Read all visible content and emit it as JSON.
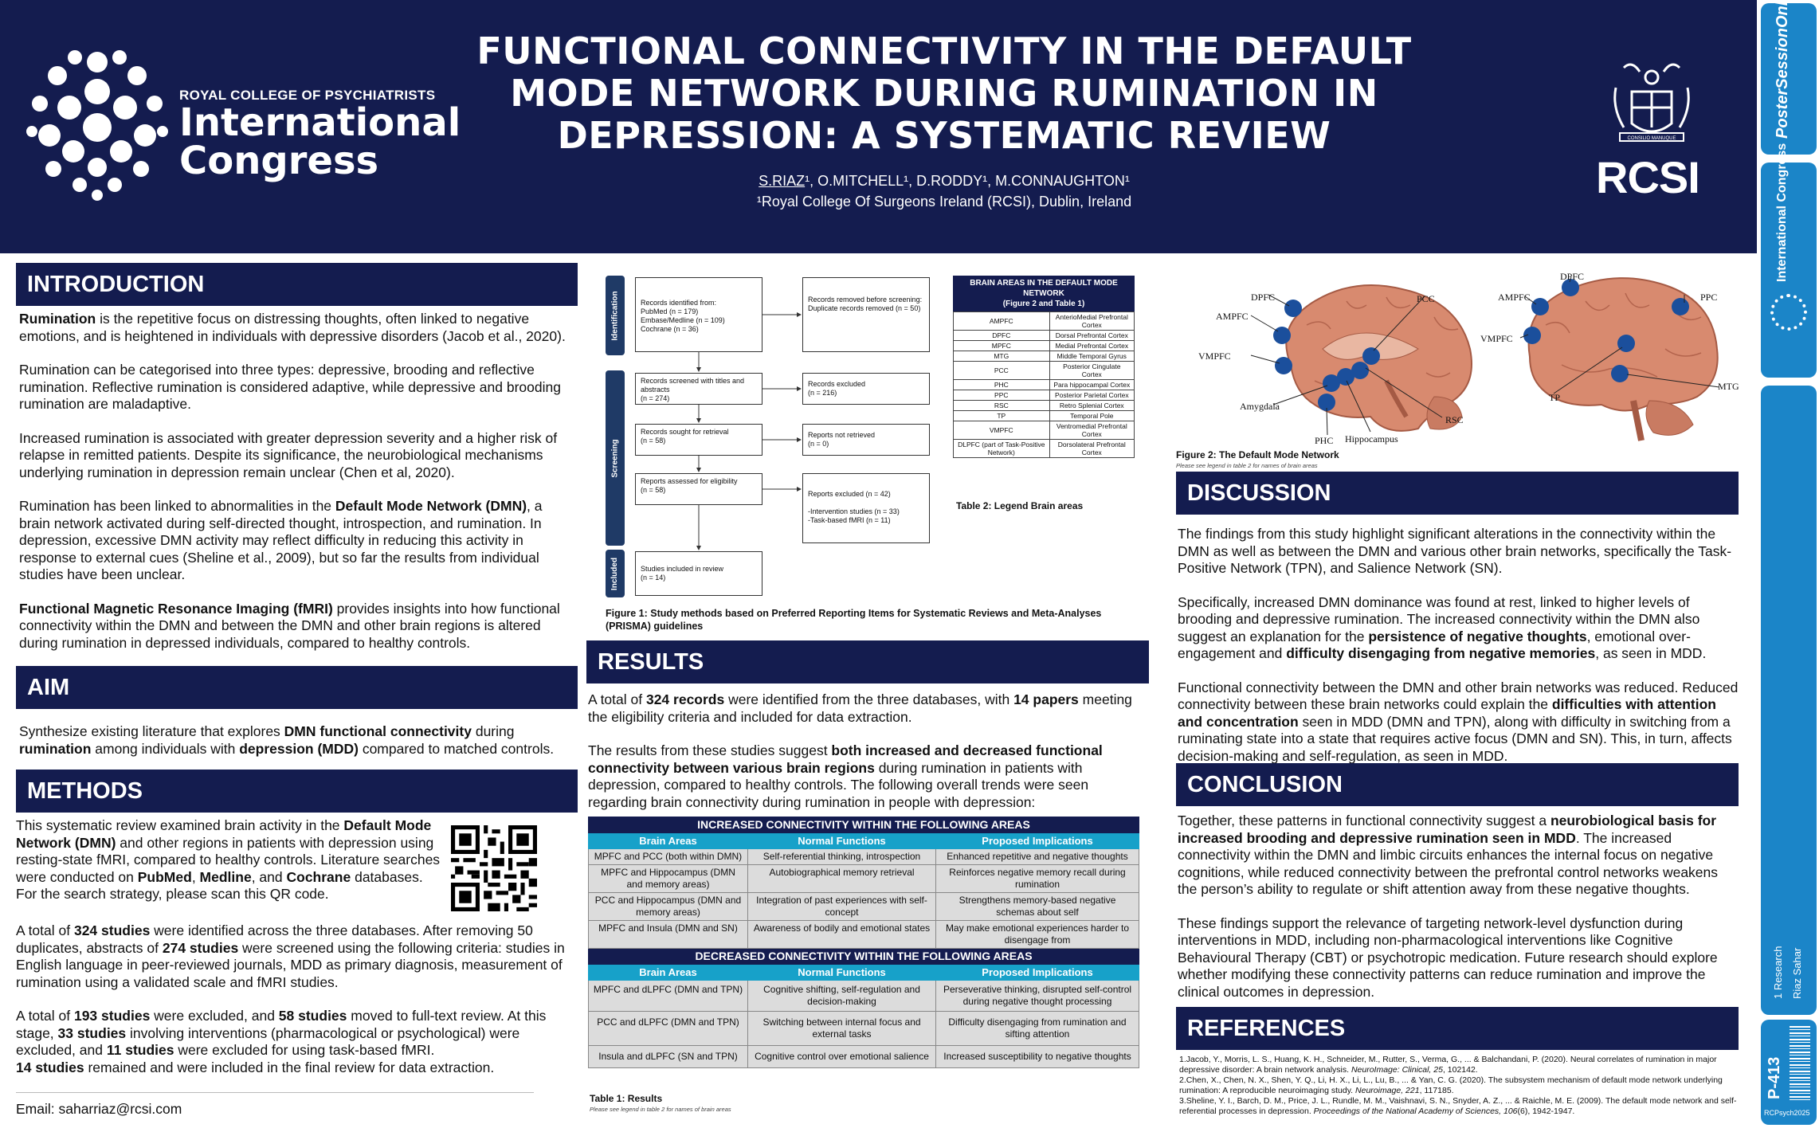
{
  "header": {
    "title_line1": "FUNCTIONAL CONNECTIVITY IN THE DEFAULT",
    "title_line2": "MODE NETWORK DURING RUMINATION IN",
    "title_line3": "DEPRESSION: A SYSTEMATIC REVIEW",
    "authors_lead": "S.RIAZ",
    "authors_rest": "¹, O.MITCHELL¹, D.RODDY¹, M.CONNAUGHTON¹",
    "affiliation": "¹Royal College Of Surgeons Ireland (RCSI), Dublin, Ireland",
    "logo_small": "ROYAL COLLEGE OF PSYCHIATRISTS",
    "logo_big1": "International",
    "logo_big2": "Congress",
    "rcsi": "RCSI",
    "crest_motto": "CONSILIO MANUQUE"
  },
  "sidebar": {
    "top": "PosterSessionOnline",
    "middle": "International Congress",
    "research": "1 Research",
    "author": "Riaz Sahar",
    "poster_id": "P-413",
    "code": "RCPsych2025"
  },
  "intro": {
    "heading": "INTRODUCTION",
    "p1_b": "Rumination",
    "p1": " is the repetitive focus on distressing thoughts, often linked to negative emotions, and is heightened in individuals with depressive disorders (Jacob et al., 2020).",
    "p2": "Rumination can be categorised into three types: depressive, brooding and reflective rumination. Reflective rumination is considered adaptive, while depressive and brooding rumination are maladaptive.",
    "p3": "Increased rumination is associated with greater depression severity and a higher risk of relapse in remitted patients. Despite its significance, the neurobiological mechanisms underlying rumination in depression remain unclear (Chen et al, 2020).",
    "p4a": "Rumination has been linked to abnormalities in the ",
    "p4b": "Default Mode Network (DMN)",
    "p4c": ", a brain network activated during self-directed thought, introspection, and rumination. In depression, excessive DMN activity may reflect difficulty in reducing this activity in response to external cues (Sheline et al., 2009), but so far the results from individual studies have been unclear.",
    "p5b": "Functional Magnetic Resonance Imaging (fMRI)",
    "p5": " provides insights into how functional connectivity within the DMN and between the DMN and other brain regions is altered during rumination in depressed individuals, compared to healthy controls."
  },
  "aim": {
    "heading": "AIM",
    "a1": "Synthesize existing literature that explores ",
    "b1": "DMN functional connectivity",
    "a2": " during ",
    "b2": "rumination",
    "a3": " among individuals with ",
    "b3": "depression (MDD)",
    "a4": " compared to matched controls."
  },
  "methods": {
    "heading": "METHODS",
    "m1a": "This systematic review examined brain activity in the ",
    "m1b": "Default Mode Network (DMN)",
    "m1c": " and other regions in patients with depression using resting-state fMRI, compared to healthy controls. Literature searches were conducted on ",
    "m1d": "PubMed",
    "m1e": ", ",
    "m1f": "Medline",
    "m1g": ", and ",
    "m1h": "Cochrane",
    "m1i": " databases.",
    "m1j": "For the search strategy, please scan this QR code.",
    "m2a": "A total of ",
    "m2b": "324 studies",
    "m2c": " were identified across the three databases. After removing 50 duplicates, abstracts of ",
    "m2d": "274 studies",
    "m2e": " were screened using the following criteria: studies in English language in peer-reviewed journals, MDD as primary diagnosis, measurement of rumination using a validated scale and fMRI studies.",
    "m3a": "A total of ",
    "m3b": "193 studies",
    "m3c": " were excluded, and ",
    "m3d": "58 studies",
    "m3e": " moved to full-text review. At this stage, ",
    "m3f": "33 studies",
    "m3g": " involving interventions (pharmacological or psychological) were excluded, and ",
    "m3h": "11 studies",
    "m3i": " were excluded for using task-based fMRI.",
    "m3j": "14 studies",
    "m3k": " remained and were included in the final review for data extraction.",
    "email": "Email: saharriaz@rcsi.com"
  },
  "prisma": {
    "label_id": "Identification",
    "label_screen": "Screening",
    "label_incl": "Included",
    "b1": "Records identified from:\n  PubMed (n = 179)\n  Embase/Medline (n = 109)\n  Cochrane (n = 36)",
    "b2": "Records removed before screening:\n  Duplicate records removed (n = 50)",
    "b3": "Records screened with titles and abstracts\n(n = 274)",
    "b4": "Records excluded\n(n = 216)",
    "b5": "Records sought for retrieval\n(n = 58)",
    "b6": "Reports not retrieved\n(n = 0)",
    "b7": "Reports assessed for eligibility\n(n = 58)",
    "b8": "Reports excluded (n = 42)\n\n  -Intervention studies (n = 33)\n  -Task-based fMRI (n = 11)",
    "b9": "Studies included in review\n(n = 14)",
    "caption": "Figure 1: Study methods based on Preferred Reporting Items for Systematic Reviews and Meta-Analyses (PRISMA) guidelines"
  },
  "legend": {
    "title": "BRAIN AREAS IN THE DEFAULT MODE NETWORK\n(Figure 2 and Table 1)",
    "rows": [
      [
        "AMPFC",
        "AnterioMedial Prefrontal Cortex"
      ],
      [
        "DPFC",
        "Dorsal Prefrontal Cortex"
      ],
      [
        "MPFC",
        "Medial Prefrontal Cortex"
      ],
      [
        "MTG",
        "Middle Temporal Gyrus"
      ],
      [
        "PCC",
        "Posterior Cingulate Cortex"
      ],
      [
        "PHC",
        "Para hippocampal Cortex"
      ],
      [
        "PPC",
        "Posterior Parietal Cortex"
      ],
      [
        "RSC",
        "Retro Splenial Cortex"
      ],
      [
        "TP",
        "Temporal Pole"
      ],
      [
        "VMPFC",
        "Ventromedial Prefrontal Cortex"
      ],
      [
        "DLPFC (part of Task-Positive Network)",
        "Dorsolateral Prefrontal Cortex"
      ]
    ],
    "caption": "Table 2: Legend Brain areas"
  },
  "brain": {
    "left_labels": [
      "DPFC",
      "PCC",
      "AMPFC",
      "VMPFC",
      "Amygdala",
      "RSC",
      "PHC",
      "Hippocampus"
    ],
    "right_labels": [
      "DPFC",
      "AMPFC",
      "PPC",
      "VMPFC",
      "MTG",
      "TP"
    ],
    "caption": "Figure 2: The Default Mode Network",
    "note": "Please see legend in table 2 for names of brain areas"
  },
  "results": {
    "heading": "RESULTS",
    "r1a": "A total of ",
    "r1b": "324 records",
    "r1c": " were identified from the three databases, with ",
    "r1d": "14 papers",
    "r1e": " meeting the eligibility criteria and included for data extraction.",
    "r2a": "The results from these studies suggest ",
    "r2b": "both increased and decreased functional connectivity between various brain regions",
    "r2c": " during rumination in patients with depression, compared to healthy controls. The following overall trends were seen regarding brain connectivity during rumination in people with depression:",
    "table": {
      "inc_title": "INCREASED CONNECTIVITY WITHIN THE FOLLOWING AREAS",
      "dec_title": "DECREASED CONNECTIVITY WITHIN THE FOLLOWING AREAS",
      "cols": [
        "Brain Areas",
        "Normal Functions",
        "Proposed Implications"
      ],
      "inc_rows": [
        [
          "MPFC and PCC (both within DMN)",
          "Self-referential thinking, introspection",
          "Enhanced repetitive and negative thoughts"
        ],
        [
          "MPFC and Hippocampus (DMN and memory areas)",
          "Autobiographical memory retrieval",
          "Reinforces negative memory recall during rumination"
        ],
        [
          "PCC and Hippocampus (DMN and memory areas)",
          "Integration of past experiences with self-concept",
          "Strengthens memory-based negative schemas about self"
        ],
        [
          "MPFC and Insula (DMN and SN)",
          "Awareness of bodily and emotional states",
          "May make emotional experiences harder to disengage from"
        ]
      ],
      "dec_rows": [
        [
          "MPFC and dLPFC (DMN and TPN)",
          "Cognitive shifting, self-regulation and decision-making",
          "Perseverative thinking, disrupted self-control during negative thought processing"
        ],
        [
          "PCC and dLPFC (DMN and TPN)",
          "Switching between internal focus and external tasks",
          "Difficulty disengaging from rumination and sifting attention"
        ],
        [
          "Insula and dLPFC (SN and TPN)",
          "Cognitive control over emotional salience",
          "Increased susceptibility to negative thoughts"
        ]
      ]
    },
    "caption": "Table 1: Results",
    "note": "Please see legend in table 2 for names of brain areas"
  },
  "discussion": {
    "heading": "DISCUSSION",
    "d1": "The findings from this study highlight significant alterations in the connectivity within the DMN as well as between the DMN and various other brain networks, specifically the Task-Positive Network (TPN), and Salience Network (SN).",
    "d2a": "Specifically, increased DMN dominance was found at rest, linked to higher levels of brooding and depressive rumination. The increased  connectivity within the DMN also suggest an explanation for the ",
    "d2b": "persistence of negative thoughts",
    "d2c": ", emotional over-engagement and ",
    "d2d": "difficulty disengaging from negative memories",
    "d2e": ", as seen in MDD.",
    "d3a": "Functional connectivity between the DMN and other brain networks was reduced. Reduced connectivity between these brain networks could explain the ",
    "d3b": "difficulties with attention and concentration",
    "d3c": " seen in MDD (DMN and TPN), along with difficulty in switching from a ruminating state into a state that requires active focus (DMN and SN). This, in turn, affects decision-making and self-regulation, as seen in MDD."
  },
  "conclusion": {
    "heading": "CONCLUSION",
    "c1a": "Together, these patterns in functional connectivity suggest a ",
    "c1b": "neurobiological basis for increased brooding and depressive rumination seen in MDD",
    "c1c": ". The increased connectivity within the DMN and limbic circuits enhances the internal focus on negative cognitions, while reduced connectivity between the prefrontal control networks weakens the person’s ability to regulate or shift attention away from these negative thoughts.",
    "c2": "These findings support the relevance of targeting network-level dysfunction during interventions in MDD, including non-pharmacological interventions like Cognitive Behavioural Therapy (CBT) or psychotropic medication. Future research should explore whether modifying these connectivity patterns can reduce rumination and improve the clinical outcomes in depression."
  },
  "references": {
    "heading": "REFERENCES",
    "r1a": "1.Jacob, Y., Morris, L. S., Huang, K. H., Schneider, M., Rutter, S., Verma, G., ... & Balchandani, P. (2020). Neural correlates of rumination in major depressive disorder: A brain network analysis. ",
    "r1b": "NeuroImage: Clinical, 25",
    "r1c": ", 102142.",
    "r2a": "2.Chen, X., Chen, N. X., Shen, Y. Q., Li, H. X., Li, L., Lu, B., ... & Yan, C. G. (2020). The subsystem mechanism of default mode network underlying rumination: A reproducible neuroimaging study. ",
    "r2b": "Neuroimage, 221",
    "r2c": ", 117185.",
    "r3a": "3.Sheline, Y. I., Barch, D. M., Price, J. L., Rundle, M. M., Vaishnavi, S. N., Snyder, A. Z., ... & Raichle, M. E. (2009). The default mode network and self-referential processes in depression. ",
    "r3b": "Proceedings of the National Academy of Sciences, 106",
    "r3c": "(6), 1942-1947."
  },
  "colors": {
    "navy": "#141c4f",
    "cyan": "#17a1c9",
    "sidebar": "#1b85c8",
    "dot": "#1b4f9c",
    "brain": "#d88a6f"
  }
}
